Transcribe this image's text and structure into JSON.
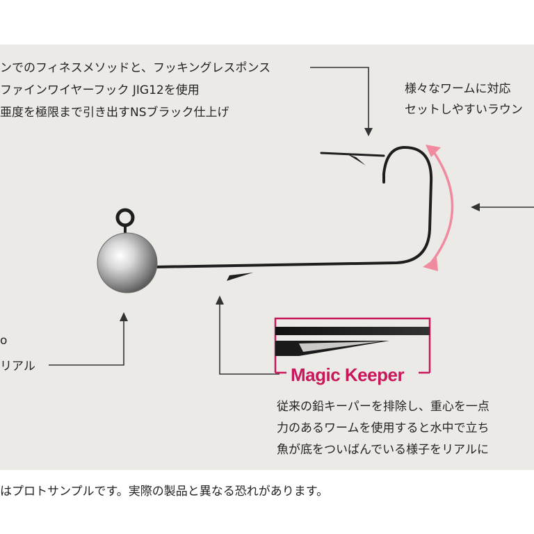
{
  "top_left_text": {
    "line1": "ンでのフィネスメソッドと、フッキングレスポンス",
    "line2": "ファインワイヤーフック JIG12を使用",
    "line3": "亜度を極限まで引き出すNSブラック仕上げ"
  },
  "top_right_text": {
    "line1": "様々なワームに対応",
    "line2": "セットしやすいラウン"
  },
  "left_text": {
    "line1": "o",
    "line2": "リアル"
  },
  "magic_keeper": {
    "label": "Magic Keeper"
  },
  "keeper_text": {
    "line1": "従来の鉛キーパーを排除し、重心を一点",
    "line2": "力のあるワームを使用すると水中で立ち",
    "line3": "魚が底をついばんでいる様子をリアルに"
  },
  "footer": {
    "text": "はプロトサンプルです。実際の製品と異なる恐れがあります。"
  },
  "colors": {
    "panel": "#eceae7",
    "accent_pink": "#c8175a",
    "arc_pink": "#f08a9e",
    "hook": "#1e1e1e"
  }
}
